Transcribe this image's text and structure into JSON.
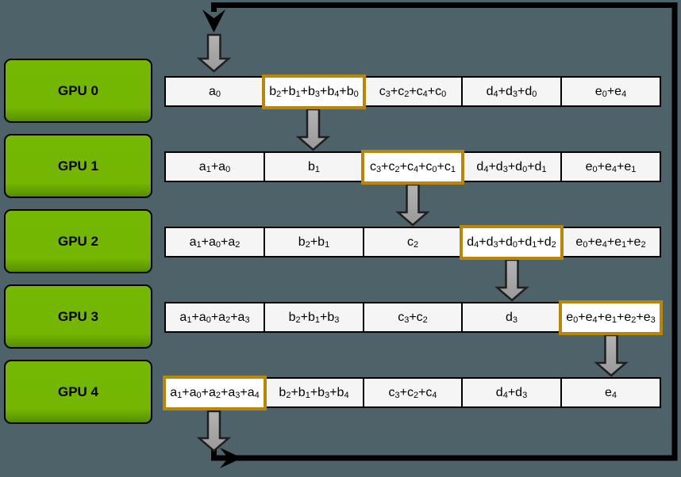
{
  "background": "#4e626a",
  "colors": {
    "ring": "#000000",
    "cell_bg": "#f5f5f5",
    "cell_border": "#000000",
    "highlight_bg": "#ffffff",
    "highlight_border": "#b8860b",
    "arrow_fill": "#a9a9a9",
    "arrow_outline": "#1f1f1f",
    "gpu_green": "#76b900"
  },
  "gpus": [
    {
      "label": "GPU 0",
      "highlight": 1,
      "cells": [
        "a_0",
        "b_2+b_1+b_3+b_4+b_0",
        "c_3+c_2+c_4+c_0",
        "d_4+d_3+d_0",
        "e_0+e_4"
      ]
    },
    {
      "label": "GPU 1",
      "highlight": 2,
      "cells": [
        "a_1+a_0",
        "b_1",
        "c_3+c_2+c_4+c_0+c_1",
        "d_4+d_3+d_0+d_1",
        "e_0+e_4+e_1"
      ]
    },
    {
      "label": "GPU 2",
      "highlight": 3,
      "cells": [
        "a_1+a_0+a_2",
        "b_2+b_1",
        "c_2",
        "d_4+d_3+d_0+d_1+d_2",
        "e_0+e_4+e_1+e_2"
      ]
    },
    {
      "label": "GPU 3",
      "highlight": 4,
      "cells": [
        "a_1+a_0+a_2+a_3",
        "b_2+b_1+b_3",
        "c_3+c_2",
        "d_3",
        "e_0+e_4+e_1+e_2+e_3"
      ]
    },
    {
      "label": "GPU 4",
      "highlight": 0,
      "cells": [
        "a_1+a_0+a_2+a_3+a_4",
        "b_2+b_1+b_3+b_4",
        "c_3+c_2+c_4",
        "d_4+d_3",
        "e_4"
      ]
    }
  ]
}
